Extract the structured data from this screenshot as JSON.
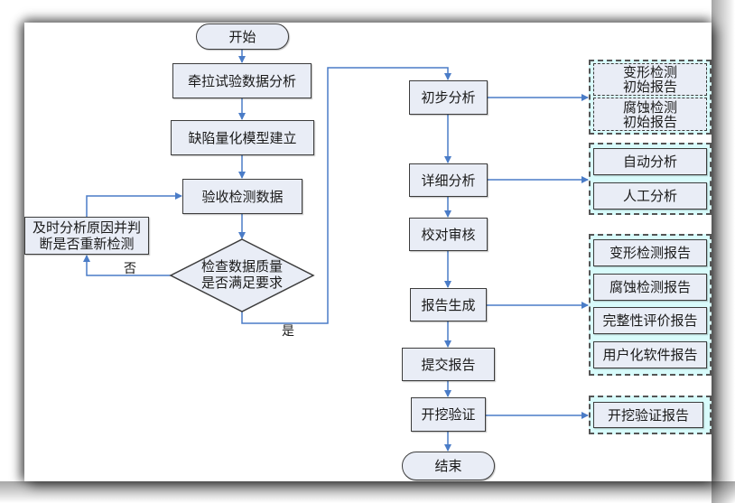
{
  "diagram": {
    "start": "开始",
    "end": "结束",
    "left_flow": [
      "牵拉试验数据分析",
      "缺陷量化模型建立",
      "验收检测数据"
    ],
    "decision": "检查数据质量\n是否满足要求",
    "decision_line1": "检查数据质量",
    "decision_line2": "是否满足要求",
    "reanalyze_line1": "及时分析原因并判",
    "reanalyze_line2": "断是否重新检测",
    "label_no": "否",
    "label_yes": "是",
    "right_flow": [
      "初步分析",
      "详细分析",
      "校对审核",
      "报告生成",
      "提交报告",
      "开挖验证"
    ],
    "outputs": {
      "preliminary": [
        {
          "line1": "变形检测",
          "line2": "初始报告"
        },
        {
          "line1": "腐蚀检测",
          "line2": "初始报告"
        }
      ],
      "detailed": [
        "自动分析",
        "人工分析"
      ],
      "reports": [
        "变形检测报告",
        "腐蚀检测报告",
        "完整性评价报告",
        "用户化软件报告"
      ],
      "excavation": [
        "开挖验证报告"
      ]
    },
    "colors": {
      "node_fill": "#e9edf6",
      "group_fill": "#d8fbfb",
      "connector": "#4a7cc7",
      "border": "#3c3c3c"
    }
  }
}
